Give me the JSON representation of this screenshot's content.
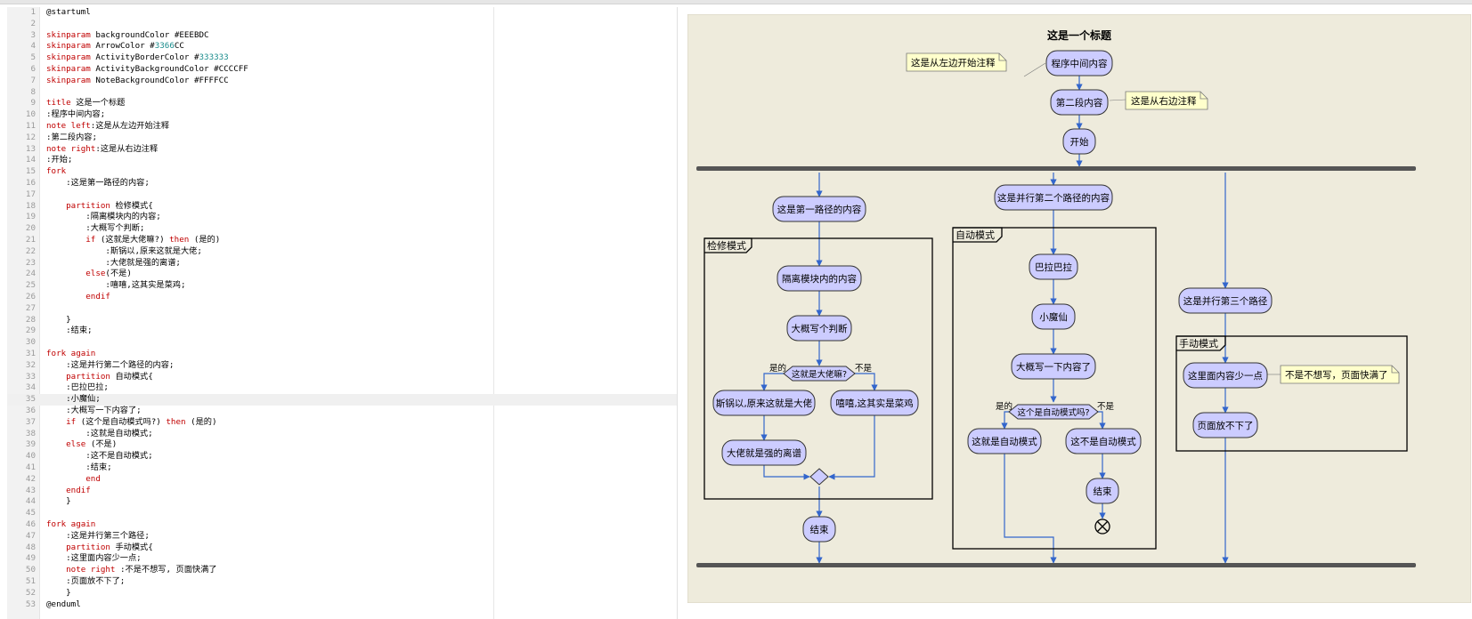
{
  "editor": {
    "active_line": 35,
    "lines": [
      [
        [
          "@startuml",
          ""
        ]
      ],
      [],
      [
        [
          "skinparam",
          "k"
        ],
        [
          " backgroundColor #EEEBDC",
          ""
        ]
      ],
      [
        [
          "skinparam",
          "k"
        ],
        [
          " ArrowColor #",
          ""
        ],
        [
          "3366",
          "h"
        ],
        [
          "CC",
          ""
        ]
      ],
      [
        [
          "skinparam",
          "k"
        ],
        [
          " ActivityBorderColor #",
          ""
        ],
        [
          "333333",
          "h"
        ]
      ],
      [
        [
          "skinparam",
          "k"
        ],
        [
          " ActivityBackgroundColor #CCCCFF",
          ""
        ]
      ],
      [
        [
          "skinparam",
          "k"
        ],
        [
          " NoteBackgroundColor #FFFFCC",
          ""
        ]
      ],
      [],
      [
        [
          "title",
          "k"
        ],
        [
          " 这是一个标题",
          ""
        ]
      ],
      [
        [
          ":程序中间内容;",
          ""
        ]
      ],
      [
        [
          "note left",
          "k"
        ],
        [
          ":这是从左边开始注释",
          ""
        ]
      ],
      [
        [
          ":第二段内容;",
          ""
        ]
      ],
      [
        [
          "note right",
          "k"
        ],
        [
          ":这是从右边注释",
          ""
        ]
      ],
      [
        [
          ":开始;",
          ""
        ]
      ],
      [
        [
          "fork",
          "k"
        ]
      ],
      [
        [
          "    :这是第一路径的内容;",
          ""
        ]
      ],
      [],
      [
        [
          "    ",
          ""
        ],
        [
          "partition",
          "k"
        ],
        [
          " 检修模式{",
          ""
        ]
      ],
      [
        [
          "        :隔离模块内的内容;",
          ""
        ]
      ],
      [
        [
          "        :大概写个判断;",
          ""
        ]
      ],
      [
        [
          "        ",
          ""
        ],
        [
          "if",
          "k"
        ],
        [
          " (这就是大佬嘛?) ",
          ""
        ],
        [
          "then",
          "k"
        ],
        [
          " (是的)",
          ""
        ]
      ],
      [
        [
          "            :斯锅以,原来这就是大佬;",
          ""
        ]
      ],
      [
        [
          "            :大佬就是强的离谱;",
          ""
        ]
      ],
      [
        [
          "        ",
          ""
        ],
        [
          "else",
          "k"
        ],
        [
          "(不是)",
          ""
        ]
      ],
      [
        [
          "            :嘻嘻,这其实是菜鸡;",
          ""
        ]
      ],
      [
        [
          "        ",
          ""
        ],
        [
          "endif",
          "k"
        ]
      ],
      [],
      [
        [
          "    }",
          ""
        ]
      ],
      [
        [
          "    :结束;",
          ""
        ]
      ],
      [],
      [
        [
          "fork again",
          "k"
        ]
      ],
      [
        [
          "    :这是并行第二个路径的内容;",
          ""
        ]
      ],
      [
        [
          "    ",
          ""
        ],
        [
          "partition",
          "k"
        ],
        [
          " 自动模式{",
          ""
        ]
      ],
      [
        [
          "    :巴拉巴拉;",
          ""
        ]
      ],
      [
        [
          "    :小魔仙;",
          ""
        ]
      ],
      [
        [
          "    :大概写一下内容了;",
          ""
        ]
      ],
      [
        [
          "    ",
          ""
        ],
        [
          "if",
          "k"
        ],
        [
          " (这个是自动模式吗?) ",
          ""
        ],
        [
          "then",
          "k"
        ],
        [
          " (是的)",
          ""
        ]
      ],
      [
        [
          "        :这就是自动模式;",
          ""
        ]
      ],
      [
        [
          "    ",
          ""
        ],
        [
          "else",
          "k"
        ],
        [
          " (不是)",
          ""
        ]
      ],
      [
        [
          "        :这不是自动模式;",
          ""
        ]
      ],
      [
        [
          "        :结束;",
          ""
        ]
      ],
      [
        [
          "        ",
          ""
        ],
        [
          "end",
          "k"
        ]
      ],
      [
        [
          "    ",
          ""
        ],
        [
          "endif",
          "k"
        ]
      ],
      [
        [
          "    }",
          ""
        ]
      ],
      [],
      [
        [
          "fork again",
          "k"
        ]
      ],
      [
        [
          "    :这是并行第三个路径;",
          ""
        ]
      ],
      [
        [
          "    ",
          ""
        ],
        [
          "partition",
          "k"
        ],
        [
          " 手动模式{",
          ""
        ]
      ],
      [
        [
          "    :这里面内容少一点;",
          ""
        ]
      ],
      [
        [
          "    ",
          ""
        ],
        [
          "note right",
          "k"
        ],
        [
          " :不是不想写, 页面快满了",
          ""
        ]
      ],
      [
        [
          "    :页面放不下了;",
          ""
        ]
      ],
      [
        [
          "    }",
          ""
        ]
      ],
      [
        [
          "@enduml",
          ""
        ]
      ]
    ]
  },
  "diagram": {
    "title": "这是一个标题",
    "colors": {
      "background": "#EEEBDC",
      "arrow": "#3366CC",
      "activity_border": "#333333",
      "activity_background": "#CCCCFF",
      "note_background": "#FFFFCC"
    },
    "activities": {
      "program_middle": "程序中间内容",
      "second_segment": "第二段内容",
      "start": "开始",
      "path1_content": "这是第一路径的内容",
      "isolate": "隔离模块内的内容",
      "judge": "大概写个判断",
      "yes1": "斯锅以,原来这就是大佬",
      "yes1b": "大佬就是强的离谱",
      "no1": "嘻嘻,这其实是菜鸡",
      "end1": "结束",
      "path2_content": "这是并行第二个路径的内容",
      "bala": "巴拉巴拉",
      "xiaomoxian": "小魔仙",
      "write_content": "大概写一下内容了",
      "auto_yes": "这就是自动模式",
      "auto_no": "这不是自动模式",
      "end2": "结束",
      "path3": "这是并行第三个路径",
      "less_content": "这里面内容少一点",
      "no_room": "页面放不下了"
    },
    "notes": {
      "left": "这是从左边开始注释",
      "right": "这是从右边注释",
      "manual": "不是不想写，页面快满了"
    },
    "decisions": {
      "d1": "这就是大佬嘛?",
      "d2": "这个是自动模式吗?"
    },
    "branch_labels": {
      "d1_yes": "是的",
      "d1_no": "不是",
      "d2_yes": "是的",
      "d2_no": "不是"
    },
    "partitions": {
      "p1": "检修模式",
      "p2": "自动模式",
      "p3": "手动模式"
    }
  }
}
